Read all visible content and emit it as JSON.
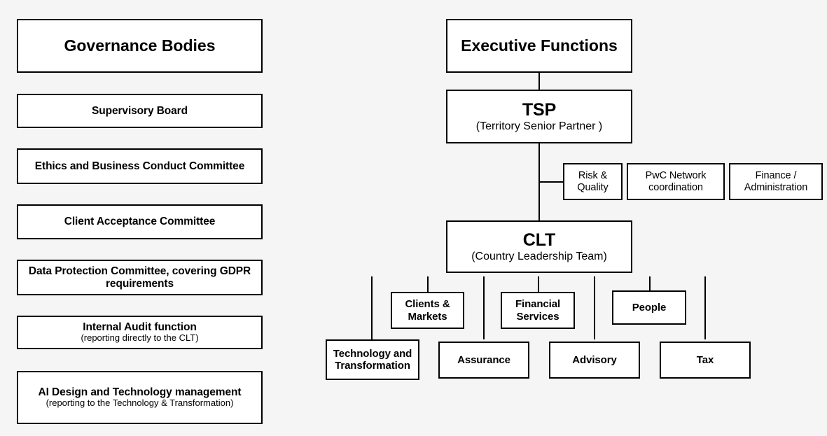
{
  "diagram": {
    "title": "Governance Bodies and Executive Functions organisational chart",
    "background_color": "#f5f5f5",
    "box_fill_color": "#ffffff",
    "line_color": "#000000"
  },
  "governance": {
    "header": "Governance Bodies",
    "items": [
      {
        "title": "Supervisory Board",
        "note": ""
      },
      {
        "title": "Ethics and Business Conduct Committee",
        "note": ""
      },
      {
        "title": "Client Acceptance Committee",
        "note": ""
      },
      {
        "title": "Data Protection Committee, covering GDPR requirements",
        "note": ""
      },
      {
        "title": "Internal Audit function",
        "note": "(reporting directly to the CLT)"
      },
      {
        "title": "AI Design and Technology management",
        "note": "(reporting to the Technology & Transformation)"
      }
    ]
  },
  "executive": {
    "header": "Executive Functions",
    "tsp": {
      "title": "TSP",
      "subtitle": "(Territory Senior Partner )"
    },
    "clt": {
      "title": "CLT",
      "subtitle": "(Country Leadership Team)"
    },
    "support_functions": [
      {
        "label": "Risk & Quality"
      },
      {
        "label": "PwC Network coordination"
      },
      {
        "label": "Finance / Administration"
      }
    ],
    "business_units_upper": [
      {
        "label": "Clients & Markets"
      },
      {
        "label": "Financial Services"
      },
      {
        "label": "People"
      }
    ],
    "business_units_lower": [
      {
        "label": "Technology and Transformation"
      },
      {
        "label": "Assurance"
      },
      {
        "label": "Advisory"
      },
      {
        "label": "Tax"
      }
    ]
  }
}
